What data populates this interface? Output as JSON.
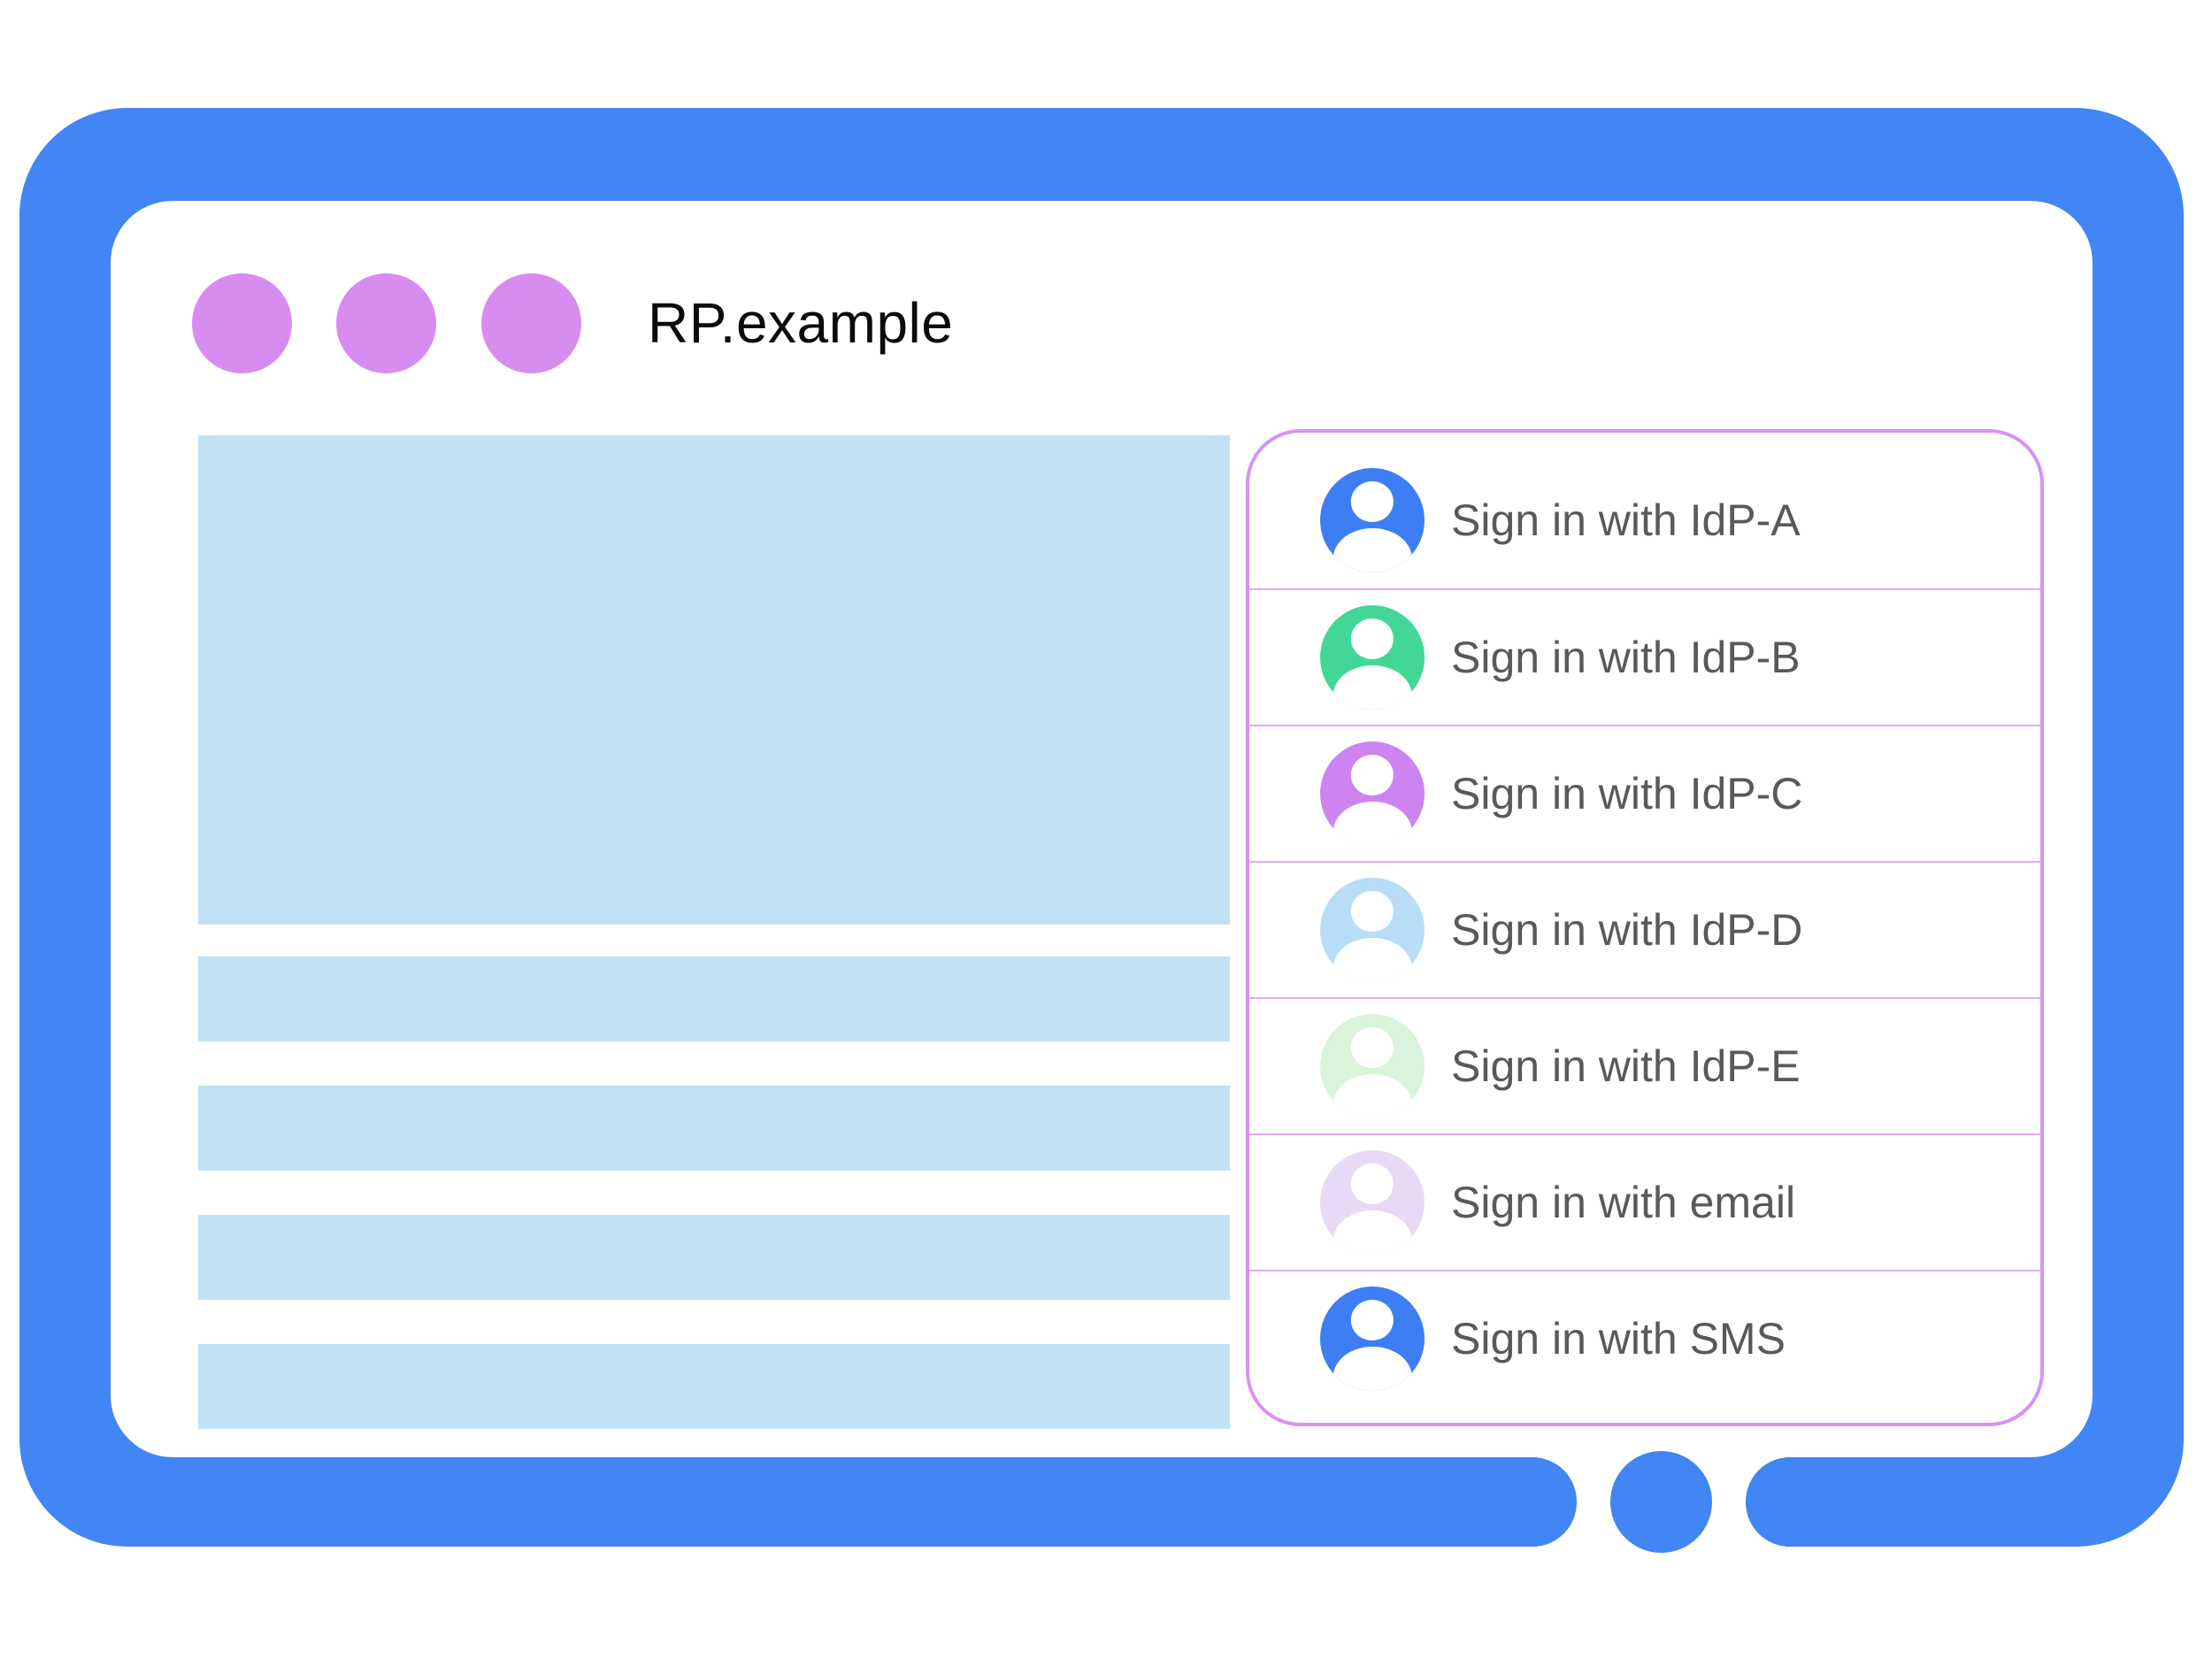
{
  "colors": {
    "frame": "#4285f4",
    "window_dot": "#d78df0",
    "placeholder": "#c2e1f4",
    "title_text": "#0b0b0b",
    "panel_border": "#d893f1",
    "panel_separator": "#e2a9f3",
    "option_text": "#58595b",
    "avatar_glyph": "#ffffff"
  },
  "browser": {
    "title": "RP.example"
  },
  "signin_panel": {
    "options": [
      {
        "label": "Sign in with IdP-A",
        "avatar_color": "#3e7ef5"
      },
      {
        "label": "Sign in with IdP-B",
        "avatar_color": "#43d795"
      },
      {
        "label": "Sign in with IdP-C",
        "avatar_color": "#cd84f1"
      },
      {
        "label": "Sign in with IdP-D",
        "avatar_color": "#b7def6"
      },
      {
        "label": "Sign in with IdP-E",
        "avatar_color": "#daf3db"
      },
      {
        "label": "Sign in with email",
        "avatar_color": "#e8daf6"
      },
      {
        "label": "Sign in with SMS",
        "avatar_color": "#3e7ef5"
      }
    ]
  }
}
